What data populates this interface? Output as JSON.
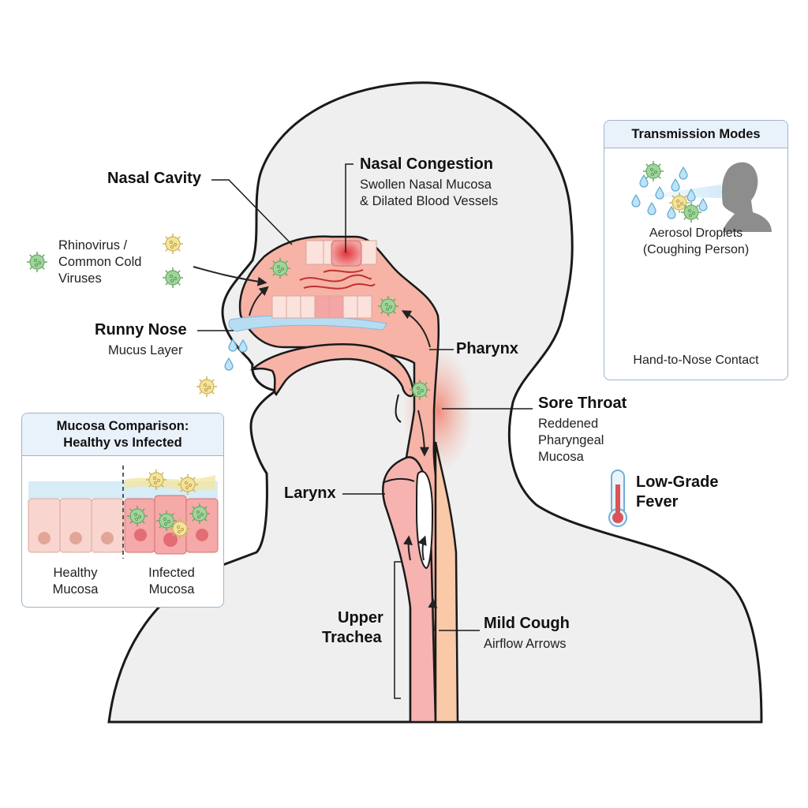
{
  "labels": {
    "nasal_cavity": "Nasal Cavity",
    "nasal_congestion": {
      "title": "Nasal Congestion",
      "line1": "Swollen Nasal Mucosa",
      "line2": "& Dilated Blood Vessels"
    },
    "viruses": {
      "line1": "Rhinovirus /",
      "line2": "Common Cold",
      "line3": "Viruses"
    },
    "runny_nose": {
      "title": "Runny Nose",
      "sub": "Mucus Layer"
    },
    "pharynx": "Pharynx",
    "sore_throat": {
      "title": "Sore Throat",
      "line1": "Reddened",
      "line2": "Pharyngeal",
      "line3": "Mucosa"
    },
    "fever": {
      "line1": "Low-Grade",
      "line2": "Fever"
    },
    "larynx": "Larynx",
    "trachea": {
      "line1": "Upper",
      "line2": "Trachea"
    },
    "cough": {
      "title": "Mild Cough",
      "sub": "Airflow Arrows"
    }
  },
  "transmission_panel": {
    "title": "Transmission Modes",
    "mode1": {
      "line1": "Aerosol Droplets",
      "line2": "(Coughing Person)"
    },
    "mode2": "Hand-to-Nose Contact"
  },
  "mucosa_panel": {
    "title_line1": "Mucosa Comparison:",
    "title_line2": "Healthy vs Infected",
    "healthy": {
      "line1": "Healthy",
      "line2": "Mucosa"
    },
    "infected": {
      "line1": "Infected",
      "line2": "Mucosa"
    }
  },
  "colors": {
    "body_fill": "#efefef",
    "tissue": "#f4a99c",
    "inflamed": "#ef6b5e",
    "mucus": "#a9d4ef",
    "virus_green": "#8fcf8a",
    "virus_yellow": "#f1df8c",
    "silhouette": "#8d8d8d",
    "panel_border": "#9fb3c8"
  }
}
